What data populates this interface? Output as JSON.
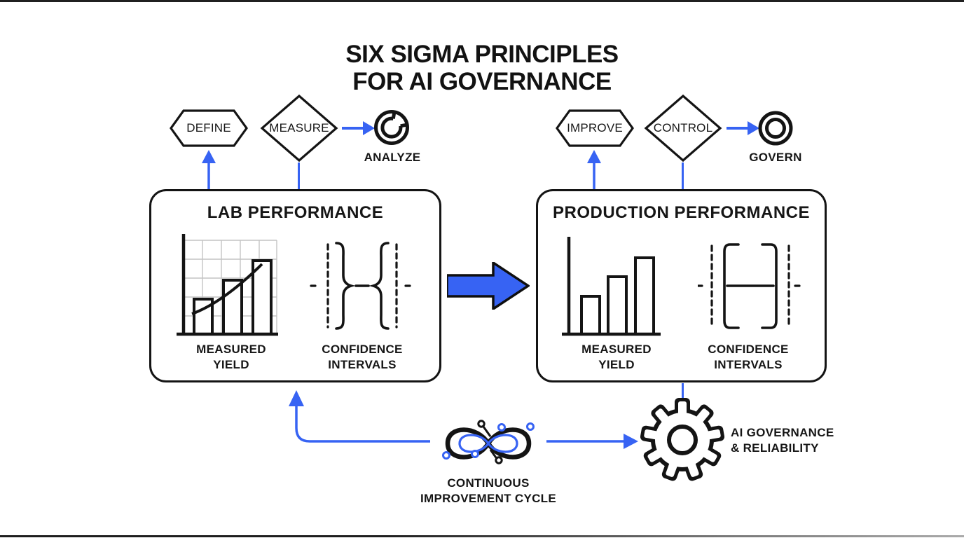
{
  "colors": {
    "accent_blue": "#3763F3",
    "ink": "#161616",
    "chart_grid_gray": "#c4c4c4",
    "background": "#ffffff"
  },
  "title": {
    "line1": "SIX SIGMA PRINCIPLES",
    "line2": "FOR AI GOVERNANCE"
  },
  "steps": {
    "define": "DEFINE",
    "measure": "MEASURE",
    "analyze": "ANALYZE",
    "improve": "IMPROVE",
    "control": "CONTROL",
    "govern": "GOVERN"
  },
  "panels": {
    "lab": {
      "title": "LAB PERFORMANCE",
      "yield_l1": "MEASURED",
      "yield_l2": "YIELD",
      "ci_l1": "CONFIDENCE",
      "ci_l2": "INTERVALS"
    },
    "production": {
      "title": "PRODUCTION PERFORMANCE",
      "yield_l1": "MEASURED",
      "yield_l2": "YIELD",
      "ci_l1": "CONFIDENCE",
      "ci_l2": "INTERVALS"
    }
  },
  "bottom": {
    "cycle_l1": "CONTINUOUS",
    "cycle_l2": "IMPROVEMENT CYCLE",
    "governance_l1": "AI GOVERNANCE",
    "governance_l2": "& RELIABILITY"
  }
}
